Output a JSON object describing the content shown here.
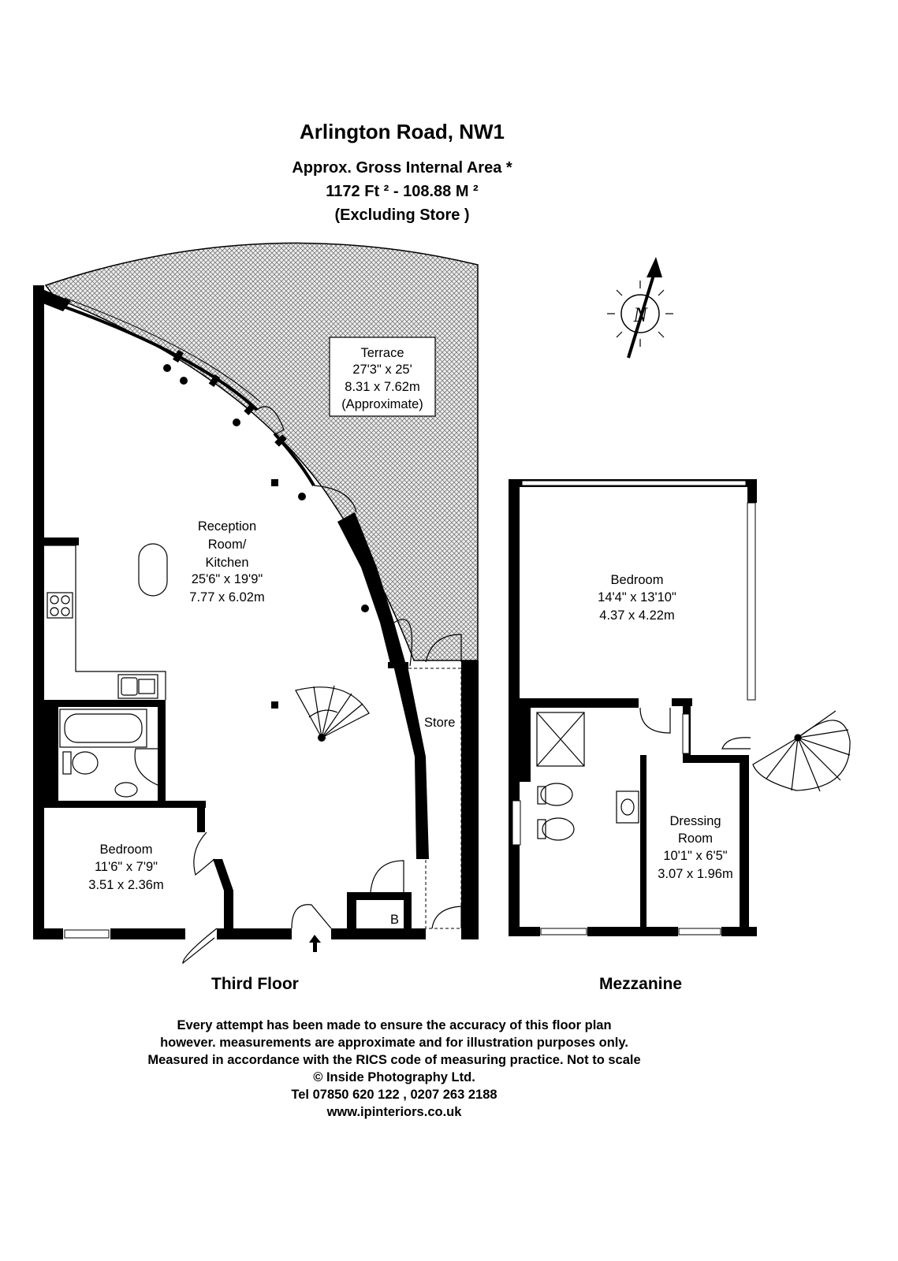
{
  "header": {
    "title": "Arlington Road, NW1",
    "area_label": "Approx. Gross Internal Area *",
    "area_values": "1172 Ft ²  -  108.88 M ²",
    "area_note": "(Excluding Store )"
  },
  "compass": {
    "letter": "N"
  },
  "rooms": {
    "terrace": {
      "name": "Terrace",
      "imperial": "27'3\" x 25'",
      "metric": "8.31 x 7.62m",
      "note": "(Approximate)"
    },
    "reception": {
      "name1": "Reception",
      "name2": "Room/",
      "name3": "Kitchen",
      "imperial": "25'6\" x 19'9\"",
      "metric": "7.77 x 6.02m"
    },
    "bedroom_third": {
      "name": "Bedroom",
      "imperial": "11'6\" x 7'9\"",
      "metric": "3.51 x 2.36m"
    },
    "store": {
      "name": "Store"
    },
    "boiler": {
      "name": "B"
    },
    "bedroom_mezz": {
      "name": "Bedroom",
      "imperial": "14'4\" x 13'10\"",
      "metric": "4.37 x 4.22m"
    },
    "dressing": {
      "name1": "Dressing",
      "name2": "Room",
      "imperial": "10'1\" x 6'5\"",
      "metric": "3.07 x 1.96m"
    }
  },
  "floors": {
    "third": "Third Floor",
    "mezzanine": "Mezzanine"
  },
  "disclaimer": {
    "line1": "Every attempt has been made to ensure the accuracy of this floor plan",
    "line2": "however. measurements are approximate and for illustration purposes only.",
    "line3": "Measured in accordance with the RICS code of measuring practice. Not to scale",
    "line4": "© Inside Photography Ltd.",
    "line5": "Tel 07850 620 122 , 0207 263 2188",
    "line6": "www.ipinteriors.co.uk"
  }
}
